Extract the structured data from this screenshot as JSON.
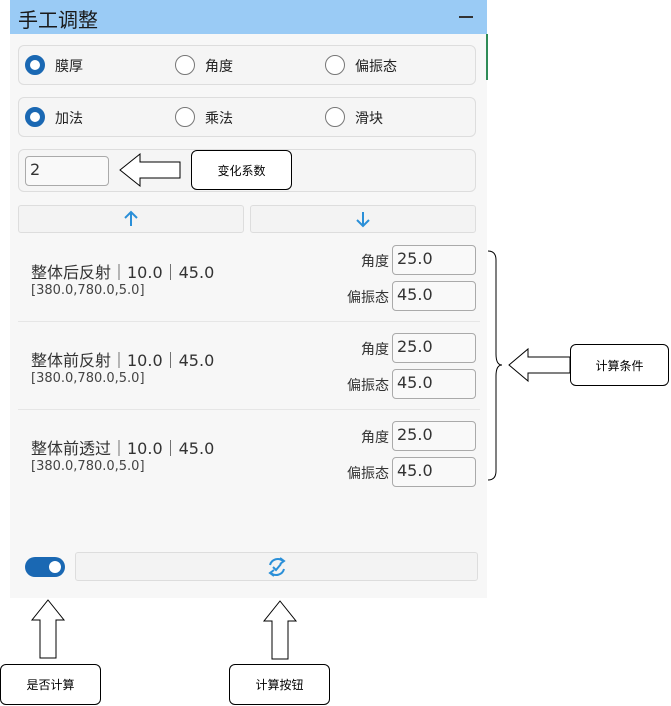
{
  "window": {
    "title": "手工调整"
  },
  "mode_group": {
    "options": [
      {
        "label": "膜厚",
        "checked": true
      },
      {
        "label": "角度",
        "checked": false
      },
      {
        "label": "偏振态",
        "checked": false
      }
    ]
  },
  "op_group": {
    "options": [
      {
        "label": "加法",
        "checked": true
      },
      {
        "label": "乘法",
        "checked": false
      },
      {
        "label": "滑块",
        "checked": false
      }
    ]
  },
  "coef": {
    "value": "2",
    "callout": "变化系数"
  },
  "items": [
    {
      "title": "整体后反射｜10.0｜45.0",
      "sub": "[380.0,780.0,5.0]",
      "angle_label": "角度",
      "angle_value": "25.0",
      "pol_label": "偏振态",
      "pol_value": "45.0"
    },
    {
      "title": "整体前反射｜10.0｜45.0",
      "sub": "[380.0,780.0,5.0]",
      "angle_label": "角度",
      "angle_value": "25.0",
      "pol_label": "偏振态",
      "pol_value": "45.0"
    },
    {
      "title": "整体前透过｜10.0｜45.0",
      "sub": "[380.0,780.0,5.0]",
      "angle_label": "角度",
      "angle_value": "25.0",
      "pol_label": "偏振态",
      "pol_value": "45.0"
    }
  ],
  "annotations": {
    "conditions": "计算条件",
    "toggle": "是否计算",
    "calc_button": "计算按钮"
  },
  "colors": {
    "titlebar": "#9acbf5",
    "accent": "#1a68b3",
    "icon": "#2a8fd8"
  },
  "icons": {
    "up": "arrow-up-icon",
    "down": "arrow-down-icon",
    "calc": "refresh-check-icon"
  }
}
